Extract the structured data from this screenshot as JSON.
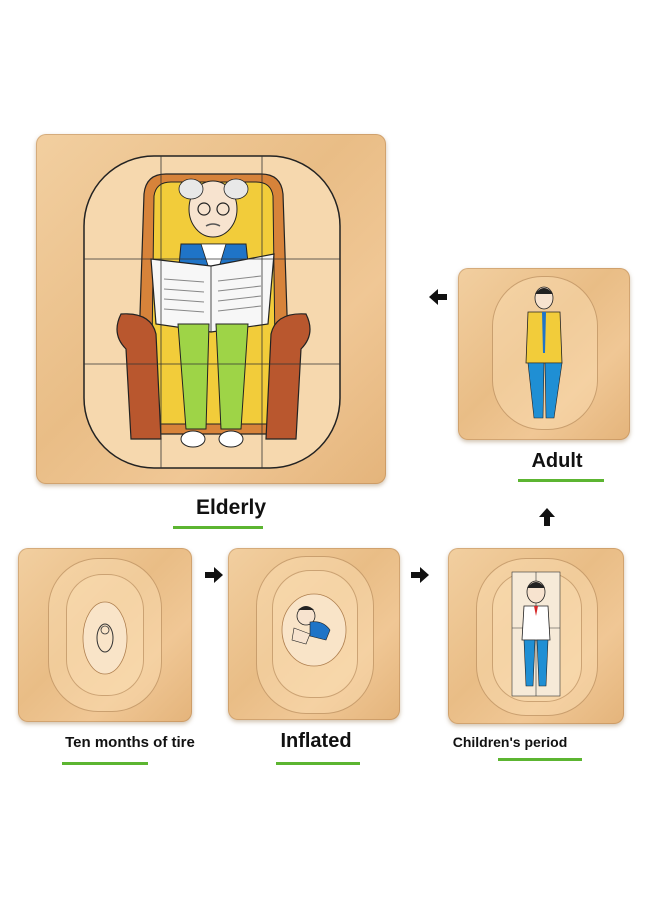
{
  "stages": [
    {
      "key": "elderly",
      "label": "Elderly"
    },
    {
      "key": "adult",
      "label": "Adult"
    },
    {
      "key": "ten-months",
      "label": "Ten months of tire"
    },
    {
      "key": "inflated",
      "label": "Inflated"
    },
    {
      "key": "children",
      "label": "Children's period"
    }
  ],
  "colors": {
    "underline": "#5cb531",
    "wood": "#efc594",
    "armchair": "#f2cc3a",
    "armrest": "#b9572e",
    "pants": "#9ed447",
    "shirt_blue": "#1f74c7",
    "adult_jacket": "#f2cc3a",
    "adult_pants": "#1f8fd4",
    "child_shirt": "#ffffff",
    "child_pants": "#1f8fd4"
  },
  "icons": [
    "arrow-right-icon",
    "arrow-up-icon",
    "arrow-left-icon"
  ]
}
